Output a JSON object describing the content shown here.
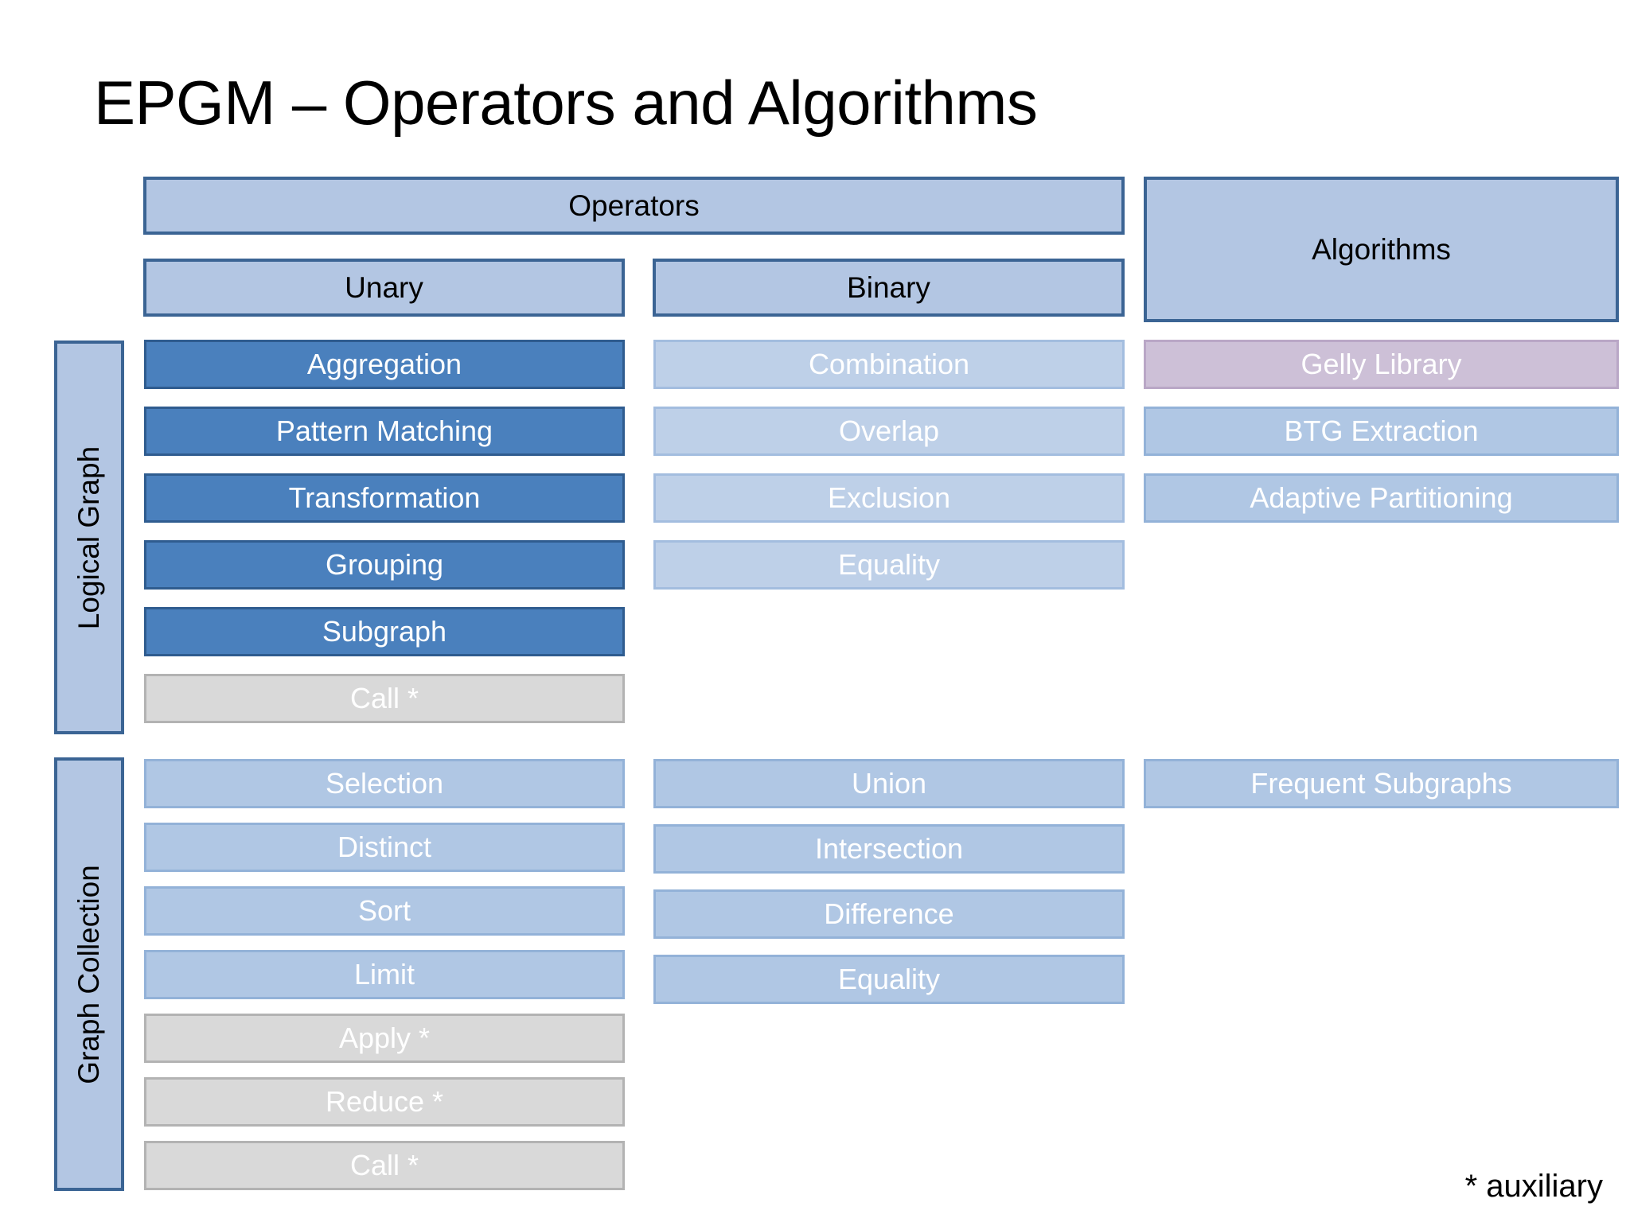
{
  "slide": {
    "title": "EPGM – Operators and Algorithms",
    "footnote": "* auxiliary"
  },
  "headers": {
    "operators": "Operators",
    "algorithms": "Algorithms",
    "unary": "Unary",
    "binary": "Binary"
  },
  "rails": {
    "logical_graph": "Logical Graph",
    "graph_collection": "Graph Collection"
  },
  "colors": {
    "header_fill": "#b3c6e3",
    "header_border": "#3b6494",
    "chip_dark_fill": "#4a80bd",
    "chip_dark_border": "#2f5c8f",
    "chip_mid_fill": "#b0c7e4",
    "chip_mid_border": "#93b2d8",
    "chip_pale_fill": "#bed0e8",
    "chip_gray_fill": "#d9d9d9",
    "chip_gray_border": "#b3b3b3",
    "chip_mauve_fill": "#cdc0d7",
    "chip_mauve_border": "#b9a7c6",
    "text_on_chip": "#ffffff",
    "text_dark": "#000000"
  },
  "logical_graph": {
    "unary": [
      {
        "label": "Aggregation",
        "style": "dark"
      },
      {
        "label": "Pattern Matching",
        "style": "dark"
      },
      {
        "label": "Transformation",
        "style": "dark"
      },
      {
        "label": "Grouping",
        "style": "dark"
      },
      {
        "label": "Subgraph",
        "style": "dark"
      },
      {
        "label": "Call *",
        "style": "gray"
      }
    ],
    "binary": [
      {
        "label": "Combination",
        "style": "pale"
      },
      {
        "label": "Overlap",
        "style": "pale"
      },
      {
        "label": "Exclusion",
        "style": "pale"
      },
      {
        "label": "Equality",
        "style": "pale"
      }
    ],
    "algorithms": [
      {
        "label": "Gelly Library",
        "style": "mauve"
      },
      {
        "label": "BTG Extraction",
        "style": "mid"
      },
      {
        "label": "Adaptive Partitioning",
        "style": "mid"
      }
    ]
  },
  "graph_collection": {
    "unary": [
      {
        "label": "Selection",
        "style": "mid"
      },
      {
        "label": "Distinct",
        "style": "mid"
      },
      {
        "label": "Sort",
        "style": "mid"
      },
      {
        "label": "Limit",
        "style": "mid"
      },
      {
        "label": "Apply *",
        "style": "gray"
      },
      {
        "label": "Reduce *",
        "style": "gray"
      },
      {
        "label": "Call *",
        "style": "gray"
      }
    ],
    "binary": [
      {
        "label": "Union",
        "style": "mid"
      },
      {
        "label": "Intersection",
        "style": "mid"
      },
      {
        "label": "Difference",
        "style": "mid"
      },
      {
        "label": "Equality",
        "style": "mid"
      }
    ],
    "algorithms": [
      {
        "label": "Frequent Subgraphs",
        "style": "mid"
      }
    ]
  }
}
